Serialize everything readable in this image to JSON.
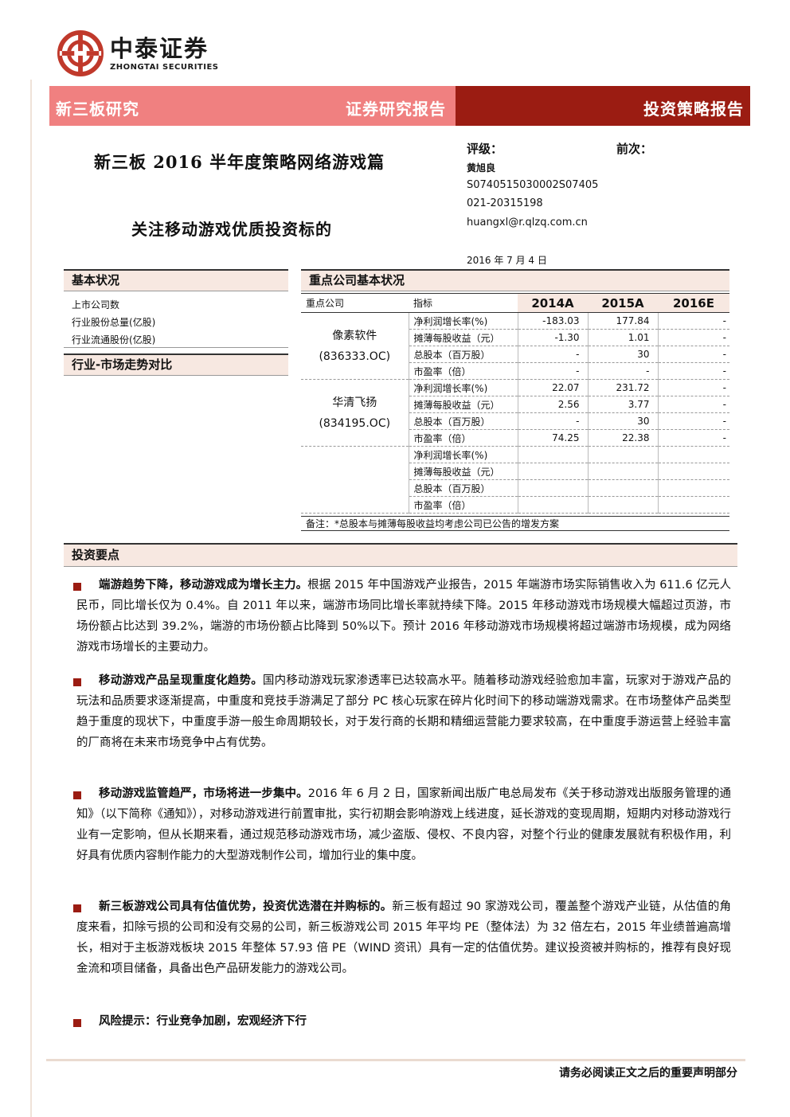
{
  "logo": {
    "cn": "中泰证券",
    "en": "ZHONGTAI SECURITIES"
  },
  "banner": {
    "category": "新三板研究",
    "type": "证券研究报告",
    "report_kind": "投资策略报告"
  },
  "title": {
    "main": "新三板 2016 半年度策略网络游戏篇",
    "sub": "关注移动游戏优质投资标的"
  },
  "analyst": {
    "rating_label": "评级：",
    "prev_label": "前次：",
    "name": "黄旭良",
    "cert": "S0740515030002S07405",
    "phone": "021-20315198",
    "email": "huangxl@r.qlzq.com.cn",
    "date": "2016 年 7 月 4 日"
  },
  "basic": {
    "header": "基本状况",
    "items": [
      "上市公司数",
      "行业股份总量(亿股)",
      "行业流通股份(亿股)"
    ]
  },
  "trend": {
    "header": "行业-市场走势对比"
  },
  "key_companies": {
    "header": "重点公司基本状况",
    "col_company": "重点公司",
    "col_indicator": "指标",
    "years": [
      "2014A",
      "2015A",
      "2016E"
    ],
    "companies": [
      {
        "name": "像素软件",
        "code": "(836333.OC)",
        "rows": [
          {
            "indicator": "净利润增长率(%)",
            "values": [
              "-183.03",
              "177.84",
              "-"
            ]
          },
          {
            "indicator": "摊薄每股收益（元）",
            "values": [
              "-1.30",
              "1.01",
              "-"
            ]
          },
          {
            "indicator": "总股本（百万股）",
            "values": [
              "-",
              "30",
              "-"
            ]
          },
          {
            "indicator": "市盈率（倍）",
            "values": [
              "-",
              "-",
              "-"
            ]
          }
        ]
      },
      {
        "name": "华清飞扬",
        "code": "(834195.OC)",
        "rows": [
          {
            "indicator": "净利润增长率(%)",
            "values": [
              "22.07",
              "231.72",
              "-"
            ]
          },
          {
            "indicator": "摊薄每股收益（元）",
            "values": [
              "2.56",
              "3.77",
              "-"
            ]
          },
          {
            "indicator": "总股本（百万股）",
            "values": [
              "-",
              "30",
              "-"
            ]
          },
          {
            "indicator": "市盈率（倍）",
            "values": [
              "74.25",
              "22.38",
              "-"
            ]
          }
        ]
      },
      {
        "name": "",
        "code": "",
        "rows": [
          {
            "indicator": "净利润增长率(%)",
            "values": [
              "",
              "",
              ""
            ]
          },
          {
            "indicator": "摊薄每股收益（元）",
            "values": [
              "",
              "",
              ""
            ]
          },
          {
            "indicator": "总股本（百万股）",
            "values": [
              "",
              "",
              ""
            ]
          },
          {
            "indicator": "市盈率（倍）",
            "values": [
              "",
              "",
              ""
            ]
          }
        ]
      }
    ],
    "note": "备注：*总股本与摊薄每股收益均考虑公司已公告的增发方案"
  },
  "invest": {
    "header": "投资要点",
    "points": [
      {
        "lead": "端游趋势下降，移动游戏成为增长主力。",
        "text": "根据 2015 年中国游戏产业报告，2015 年端游市场实际销售收入为 611.6 亿元人民币，同比增长仅为 0.4%。自 2011 年以来，端游市场同比增长率就持续下降。2015 年移动游戏市场规模大幅超过页游，市场份额占比达到 39.2%，端游的市场份额占比降到 50%以下。预计 2016 年移动游戏市场规模将超过端游市场规模，成为网络游戏市场增长的主要动力。"
      },
      {
        "lead": "移动游戏产品呈现重度化趋势。",
        "text": "国内移动游戏玩家渗透率已达较高水平。随着移动游戏经验愈加丰富，玩家对于游戏产品的玩法和品质要求逐渐提高，中重度和竞技手游满足了部分 PC 核心玩家在碎片化时间下的移动端游戏需求。在市场整体产品类型趋于重度的现状下，中重度手游一般生命周期较长，对于发行商的长期和精细运营能力要求较高，在中重度手游运营上经验丰富的厂商将在未来市场竞争中占有优势。"
      },
      {
        "lead": "移动游戏监管趋严，市场将进一步集中。",
        "text": "2016 年 6 月 2 日，国家新闻出版广电总局发布《关于移动游戏出版服务管理的通知》（以下简称《通知》），对移动游戏进行前置审批，实行初期会影响游戏上线进度，延长游戏的变现周期，短期内对移动游戏行业有一定影响，但从长期来看，通过规范移动游戏市场，减少盗版、侵权、不良内容，对整个行业的健康发展就有积极作用，利好具有优质内容制作能力的大型游戏制作公司，增加行业的集中度。"
      },
      {
        "lead": "新三板游戏公司具有估值优势，投资优选潜在并购标的。",
        "text": "新三板有超过 90 家游戏公司，覆盖整个游戏产业链，从估值的角度来看，扣除亏损的公司和没有交易的公司，新三板游戏公司 2015 年平均 PE（整体法）为 32 倍左右，2015 年业绩普遍高增长，相对于主板游戏板块 2015 年整体 57.93 倍 PE（WIND 资讯）具有一定的估值优势。建议投资被并购标的，推荐有良好现金流和项目储备，具备出色产品研发能力的游戏公司。"
      },
      {
        "lead": "风险提示：行业竞争加剧，宏观经济下行",
        "text": ""
      }
    ]
  },
  "footer": "请务必阅读正文之后的重要声明部分",
  "colors": {
    "brand_red": "#9b1c12",
    "banner_pink": "#f08080",
    "section_bg": "#f7e8e1"
  }
}
